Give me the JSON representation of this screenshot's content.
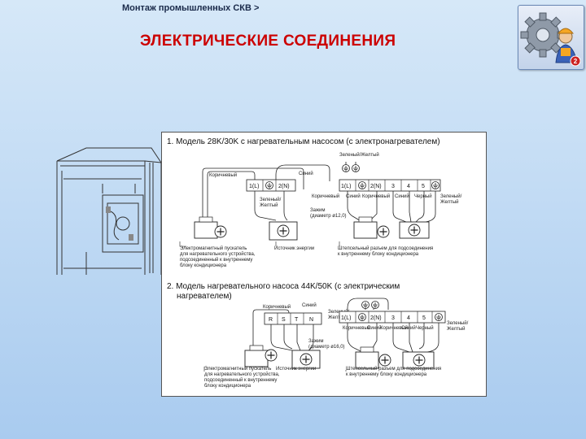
{
  "breadcrumb": "Монтаж промышленных СКВ >",
  "page_title": "ЭЛЕКТРИЧЕСКИЕ СОЕДИНЕНИЯ",
  "logo_icon": "gear-worker-icon",
  "logo_badge": "2",
  "diagram": {
    "section1": {
      "title": "1. Модель 28K/30K с нагревательным насосом (с электронагревателем)",
      "label_ground_top": "Зеленый/Желтый",
      "label_brown": "Коричневый",
      "label_blue": "Синий",
      "term_left": [
        "1(L)",
        "2(N)"
      ],
      "term_right": [
        "1(L)",
        "2(N)",
        "3",
        "4",
        "5"
      ],
      "label_green_yellow_left": "Зеленый/\nЖелтый",
      "label_clamp": "Зажим\n(диаметр ø12,0)",
      "wire_labels": [
        "Коричневый",
        "Синий",
        "Коричневый",
        "Синий",
        "Черный"
      ],
      "label_green_yellow_right": "Зеленый/\nЖелтый",
      "caption_contactor": "Электромагнитный пускатель\nдля нагревательного устройства,\nподсоединенный к внутреннему\nблоку кондиционера",
      "caption_source": "Источник энергии",
      "caption_connector": "Штепсельный разъем для подсоединения\nк внутреннему блоку кондиционера"
    },
    "section2": {
      "title": "2. Модель нагревательного насоса 44K/50K (с электрическим\nнагревателем)",
      "label_brown": "Коричневый",
      "label_blue": "Синий",
      "label_green_yellow_mid": "Зеленый/\nЖелтый",
      "term_left": [
        "R",
        "S",
        "T",
        "N"
      ],
      "term_right": [
        "1(L)",
        "2(N)",
        "3",
        "4",
        "5"
      ],
      "wire_labels": [
        "Коричневый",
        "Синий",
        "Коричневый",
        "Синий",
        "Черный"
      ],
      "label_green_yellow_right": "Зеленый/\nЖелтый",
      "label_clamp": "Зажим\n(диаметр ø16,0)",
      "caption_contactor": "Электромагнитный пускатель\nдля нагревательного устройства,\nподсоединенный к внутреннему\nблоку кондиционера",
      "caption_source": "Источник энергии",
      "caption_connector": "Штепсельный разъем для подсоединения\nк внутреннему блоку кондиционера"
    }
  }
}
